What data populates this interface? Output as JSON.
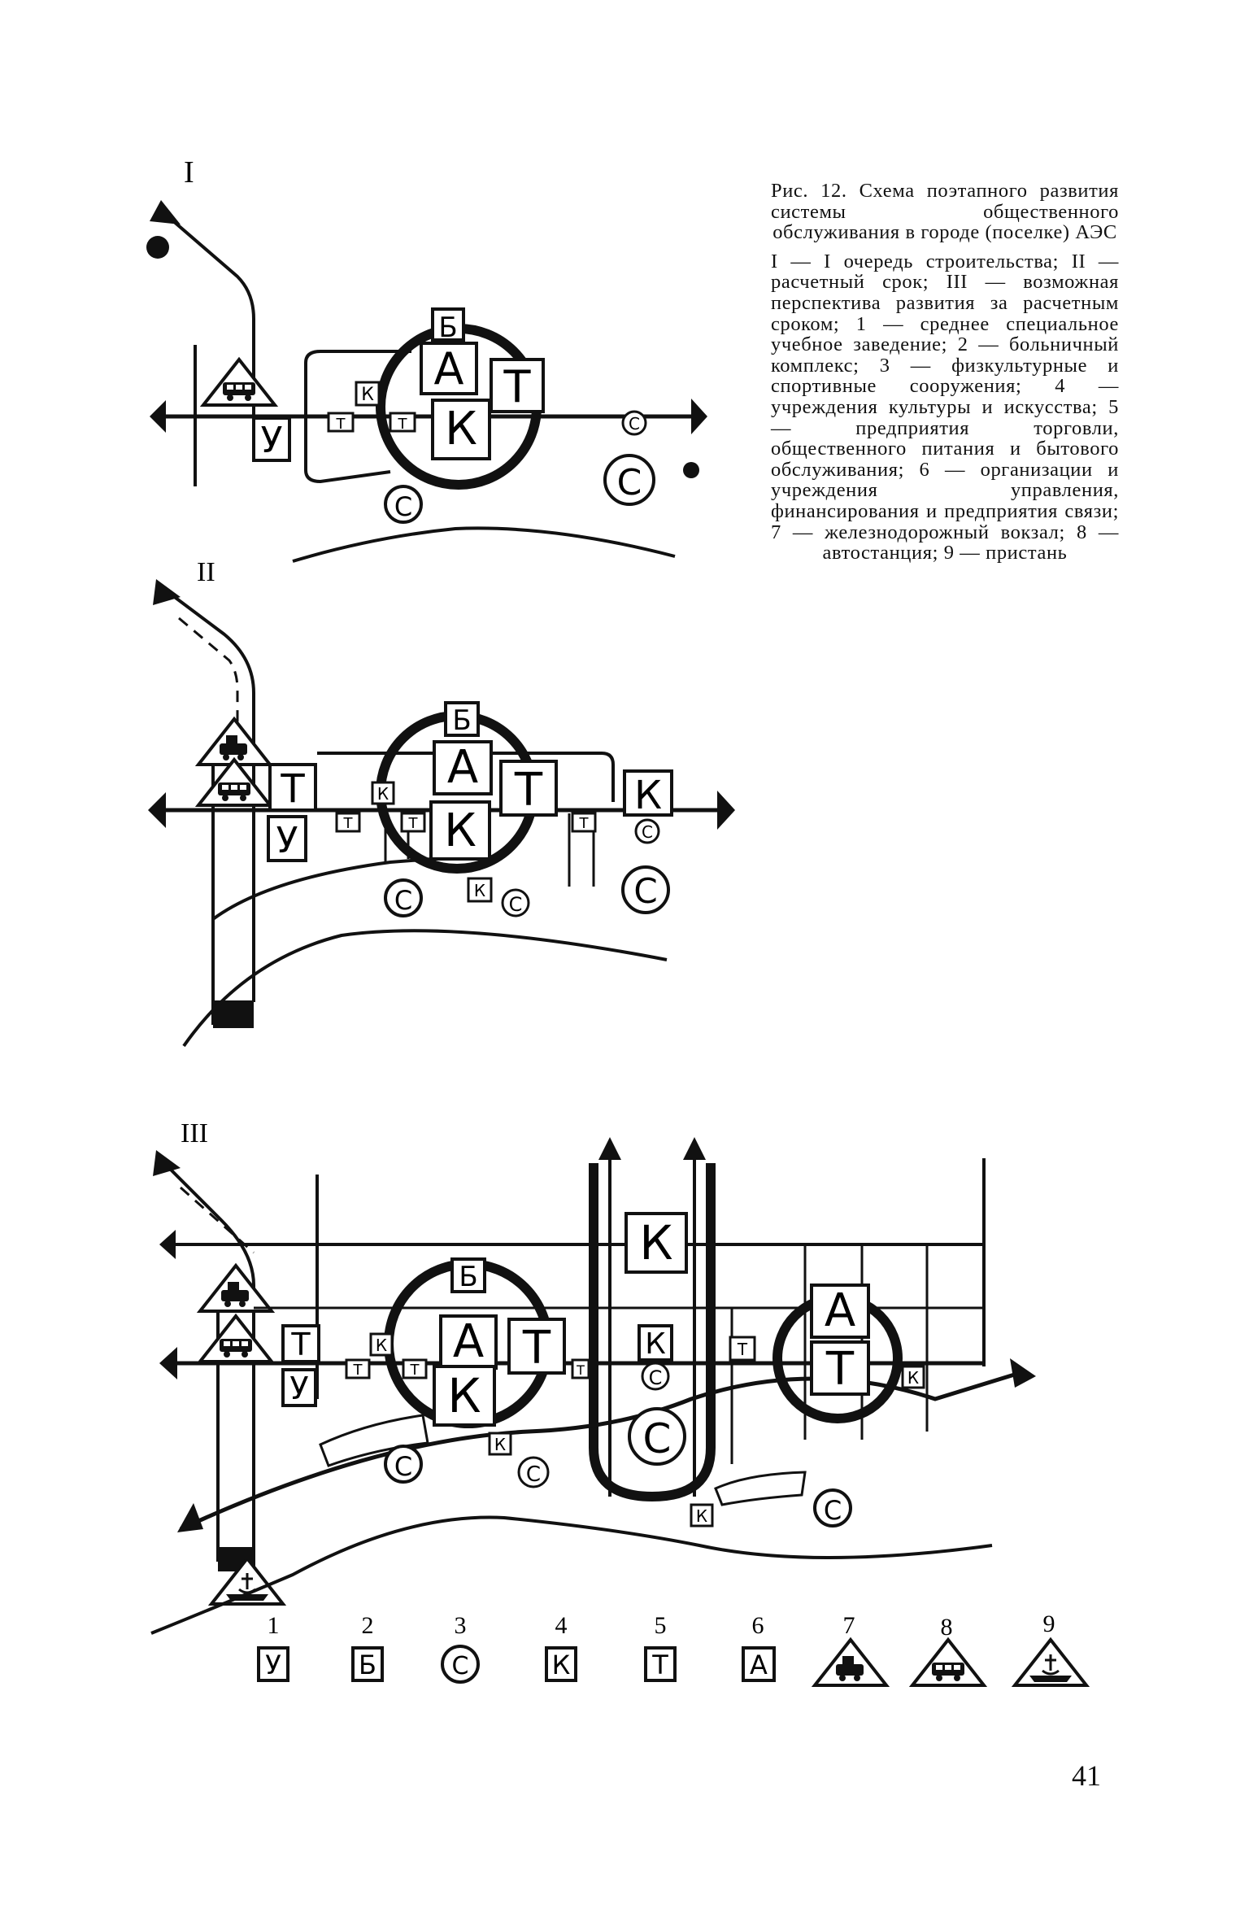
{
  "figure": {
    "caption_title": "Рис. 12. Схема поэтапного развития системы общественного обслуживания в городе (поселке) АЭС",
    "caption_body": "I — I очередь строительства; II — расчетный срок; III — возможная перспектива развития за расчетным сроком; 1 — среднее специальное учебное заведение; 2 — больничный комплекс; 3 — физкультурные и спортивные сооружения; 4 — учреждения культуры и искусства; 5 — предприятия торговли, общественного питания и бытового обслуживания; 6 — организации и учреждения управления, финансирования и предприятия связи; 7 — железнодорожный вокзал; 8 — автостанция; 9 — пристань",
    "stages": [
      "I",
      "II",
      "III"
    ],
    "legend": [
      {
        "num": "1",
        "symbol": "У",
        "kind": "box"
      },
      {
        "num": "2",
        "symbol": "Б",
        "kind": "box"
      },
      {
        "num": "3",
        "symbol": "С",
        "kind": "circle"
      },
      {
        "num": "4",
        "symbol": "К",
        "kind": "box"
      },
      {
        "num": "5",
        "symbol": "Т",
        "kind": "box"
      },
      {
        "num": "6",
        "symbol": "А",
        "kind": "box"
      },
      {
        "num": "7",
        "symbol": "railway-station",
        "kind": "triangle"
      },
      {
        "num": "8",
        "symbol": "bus-station",
        "kind": "triangle"
      },
      {
        "num": "9",
        "symbol": "pier",
        "kind": "triangle"
      }
    ]
  },
  "page_number": "41"
}
